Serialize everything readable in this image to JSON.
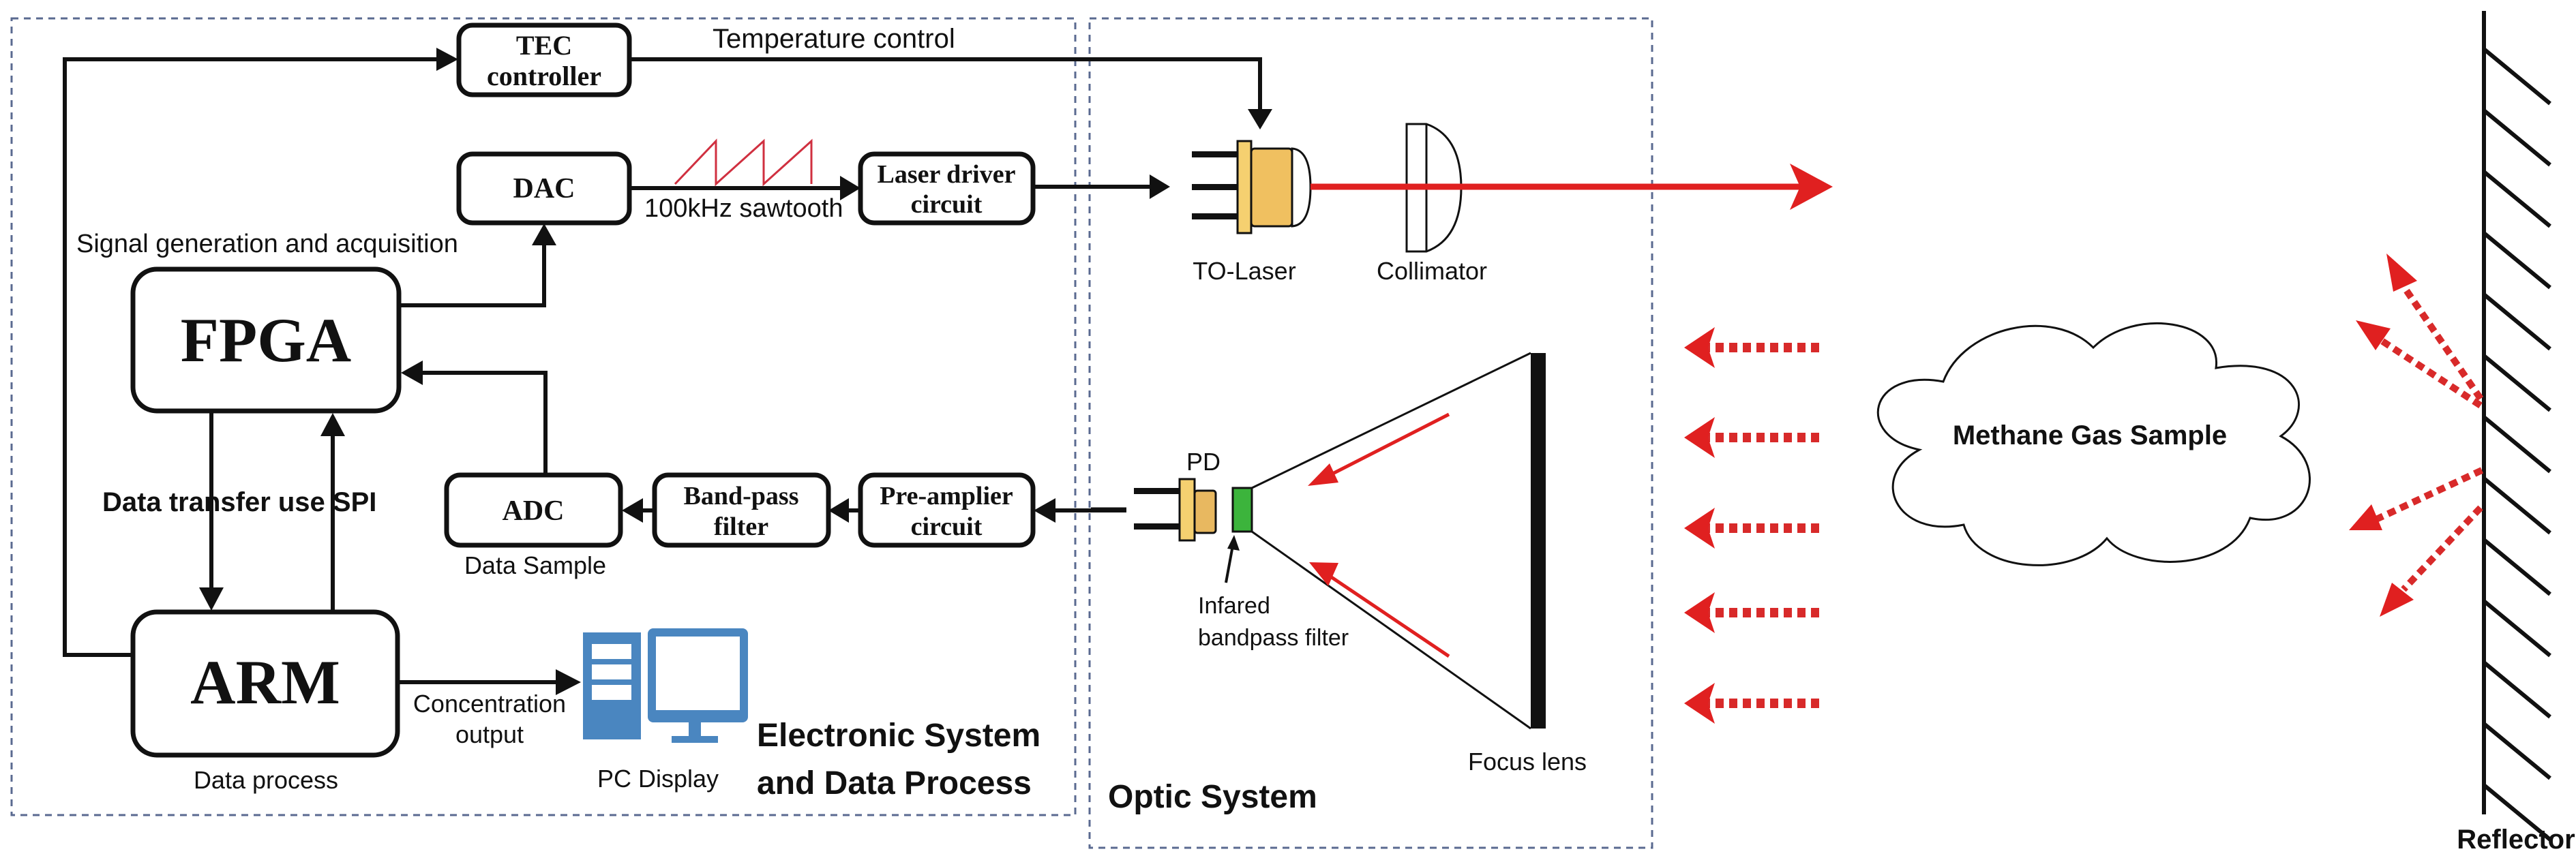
{
  "colors": {
    "laser_beam": "#e02020",
    "laser_body": "#f0c060",
    "filter": "#3cb43c",
    "pc_icon": "#4a86c0",
    "frame": "#5a6a90"
  },
  "electronic": {
    "title_line1": "Electronic System",
    "title_line2": "and Data Process",
    "signal_label": "Signal generation and acquisition",
    "tec": {
      "line1": "TEC",
      "line2": "controller"
    },
    "temp_label": "Temperature control",
    "dac": "DAC",
    "sawtooth_label": "100kHz sawtooth",
    "laser_driver": {
      "line1": "Laser driver",
      "line2": "circuit"
    },
    "fpga": "FPGA",
    "spi_label": "Data transfer use SPI",
    "arm": "ARM",
    "arm_label": "Data process",
    "adc": "ADC",
    "adc_label": "Data Sample",
    "bandpass": {
      "line1": "Band-pass",
      "line2": "filter"
    },
    "preamp": {
      "line1": "Pre-amplier",
      "line2": "circuit"
    },
    "conc_label": {
      "line1": "Concentration",
      "line2": "output"
    },
    "pc_label": "PC Display",
    "pc_icon": "computer-icon"
  },
  "optic": {
    "title": "Optic System",
    "laser_label": "TO-Laser",
    "collimator_label": "Collimator",
    "pd_label": "PD",
    "filter_label": {
      "line1": "Infared",
      "line2": "bandpass filter"
    },
    "lens_label": "Focus lens"
  },
  "scene": {
    "gas_label": "Methane Gas Sample",
    "reflector_label": "Reflector"
  }
}
